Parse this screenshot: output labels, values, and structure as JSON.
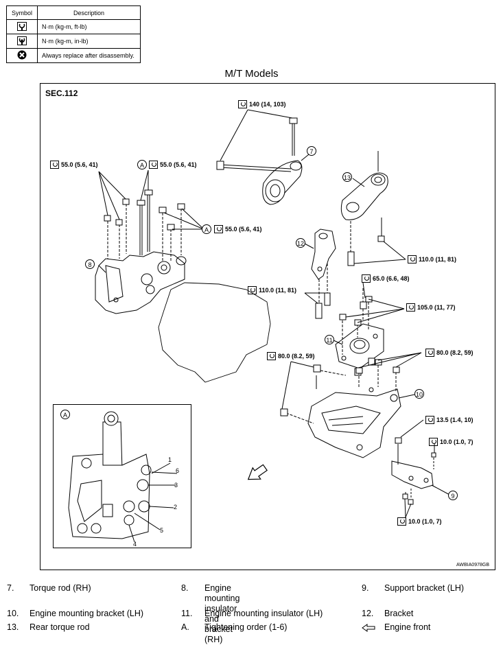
{
  "symbol_table": {
    "header_symbol": "Symbol",
    "header_description": "Description",
    "rows": [
      {
        "icon": "torque-wrench-icon",
        "text": "N·m (kg-m, ft-lb)"
      },
      {
        "icon": "torque-wrench-small-icon",
        "text": "N·m (kg-m, in-lb)"
      },
      {
        "icon": "replace-part-icon",
        "text": "Always replace after disassembly."
      }
    ]
  },
  "title": "M/T Models",
  "figure": {
    "section": "SEC.112",
    "code": "AWBIA0978GB",
    "torques": {
      "t140": "140 (14, 103)",
      "t55a": "55.0 (5.6, 41)",
      "t55b": "55.0 (5.6, 41)",
      "t55c": "55.0 (5.6, 41)",
      "t110a": "110.0 (11, 81)",
      "t110b": "110.0 (11, 81)",
      "t65": "65.0 (6.6, 48)",
      "t105": "105.0 (11, 77)",
      "t80a": "80.0 (8.2, 59)",
      "t80b": "80.0 (8.2, 59)",
      "t135": "13.5 (1.4, 10)",
      "t10a": "10.0 (1.0, 7)",
      "t10b": "10.0 (1.0, 7)"
    },
    "callouts": {
      "c7": "7",
      "c8": "8",
      "c9": "9",
      "c10": "10",
      "c11": "11",
      "c12": "12",
      "c13": "13",
      "ca1": "A",
      "ca2": "A",
      "ca_inset": "A"
    },
    "order": [
      "1",
      "6",
      "3",
      "2",
      "5",
      "4"
    ]
  },
  "legend": [
    {
      "num": "7.",
      "text": "Torque rod (RH)"
    },
    {
      "num": "8.",
      "text": "Engine mounting insulator and bracket\n(RH)"
    },
    {
      "num": "9.",
      "text": "Support bracket (LH)"
    },
    {
      "num": "10.",
      "text": "Engine mounting bracket (LH)"
    },
    {
      "num": "11.",
      "text": "Engine mounting insulator (LH)"
    },
    {
      "num": "12.",
      "text": "Bracket"
    },
    {
      "num": "13.",
      "text": "Rear torque rod"
    },
    {
      "num": "A.",
      "text": "Tightening order (1-6)"
    },
    {
      "num": "",
      "text": "Engine front",
      "icon": "engine-front-arrow-icon"
    }
  ]
}
